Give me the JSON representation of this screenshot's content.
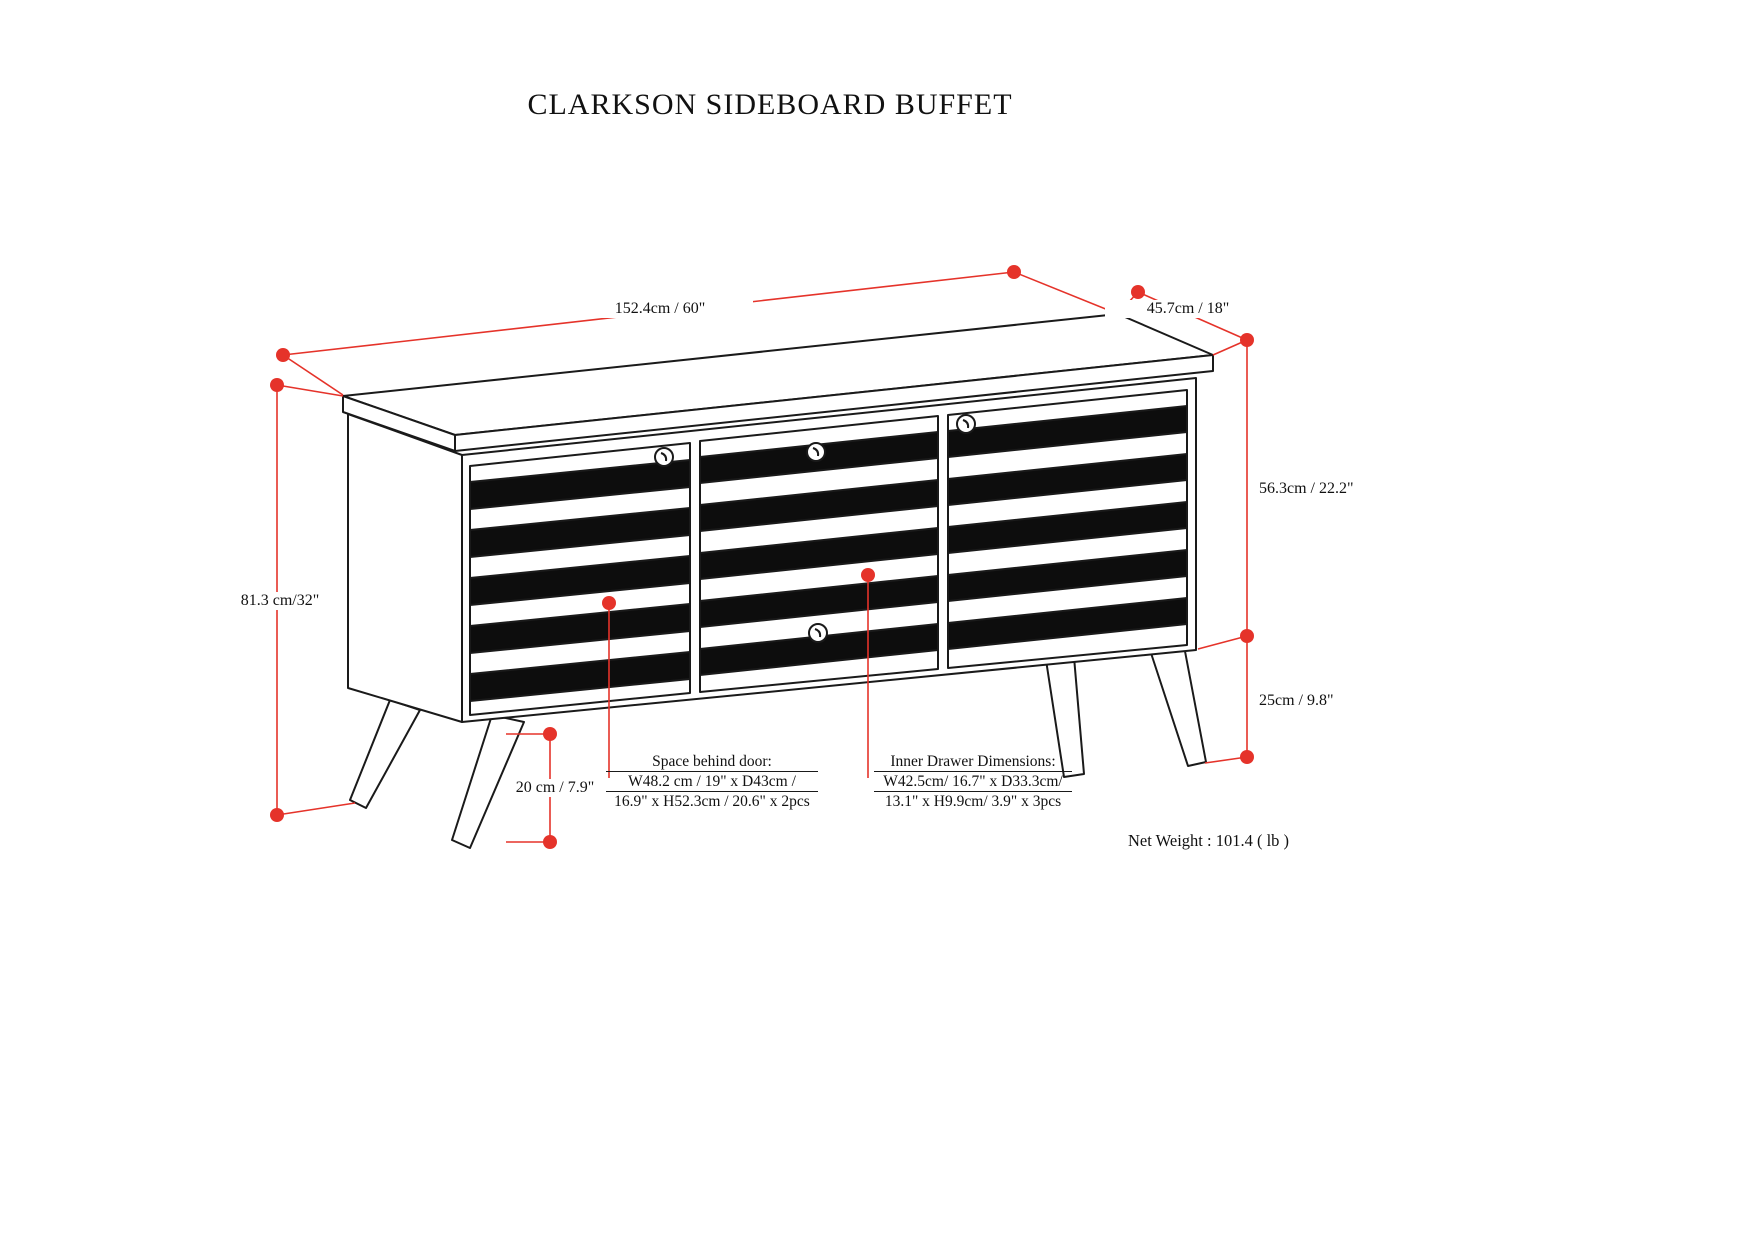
{
  "title": "CLARKSON SIDEBOARD BUFFET",
  "colors": {
    "dimension_red": "#e5332a",
    "outline": "#1a1a1a",
    "slat_fill": "#0d0d0d",
    "background": "#ffffff"
  },
  "dimensions": {
    "width": "152.4cm / 60\"",
    "depth": "45.7cm / 18\"",
    "cabinet_height": "56.3cm / 22.2\"",
    "leg_height": "25cm / 9.8\"",
    "total_height": "81.3 cm/32\"",
    "floor_clearance": "20 cm / 7.9\""
  },
  "annotations": {
    "space_behind_door": {
      "lines": [
        "Space behind door:",
        "W48.2 cm / 19\" x D43cm /",
        "16.9\" x H52.3cm / 20.6\" x 2pcs"
      ]
    },
    "inner_drawer": {
      "lines": [
        "Inner Drawer Dimensions:",
        "W42.5cm/ 16.7\" x D33.3cm/",
        "13.1\" x H9.9cm/ 3.9\" x 3pcs"
      ]
    }
  },
  "net_weight": "Net Weight : 101.4 ( lb )"
}
